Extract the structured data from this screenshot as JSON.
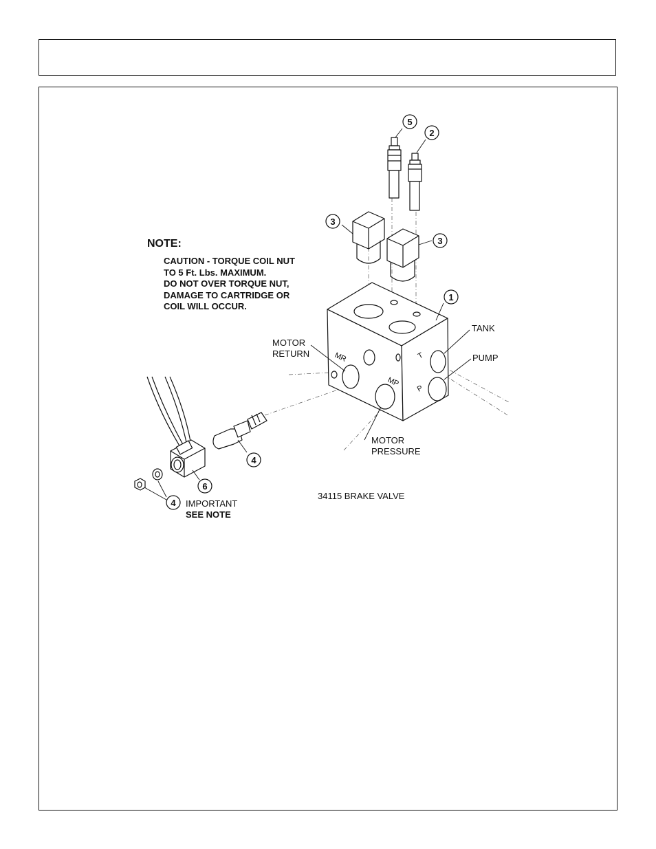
{
  "note": {
    "heading": "NOTE:",
    "lines": [
      "CAUTION - TORQUE COIL NUT",
      "TO 5 Ft. Lbs. MAXIMUM.",
      "DO NOT OVER TORQUE NUT,",
      "DAMAGE TO CARTRIDGE OR",
      "COIL WILL OCCUR."
    ]
  },
  "labels": {
    "tank": "TANK",
    "pump": "PUMP",
    "motor_return_1": "MOTOR",
    "motor_return_2": "RETURN",
    "motor_pressure_1": "MOTOR",
    "motor_pressure_2": "PRESSURE",
    "important": "IMPORTANT",
    "see_note": "SEE NOTE",
    "caption": "34115 BRAKE VALVE"
  },
  "port_marks": {
    "mr": "MR",
    "mp": "MP",
    "t": "T",
    "p": "P"
  },
  "callouts": {
    "c1": "1",
    "c2": "2",
    "c3a": "3",
    "c3b": "3",
    "c4a": "4",
    "c4b": "4",
    "c5": "5",
    "c6": "6"
  }
}
